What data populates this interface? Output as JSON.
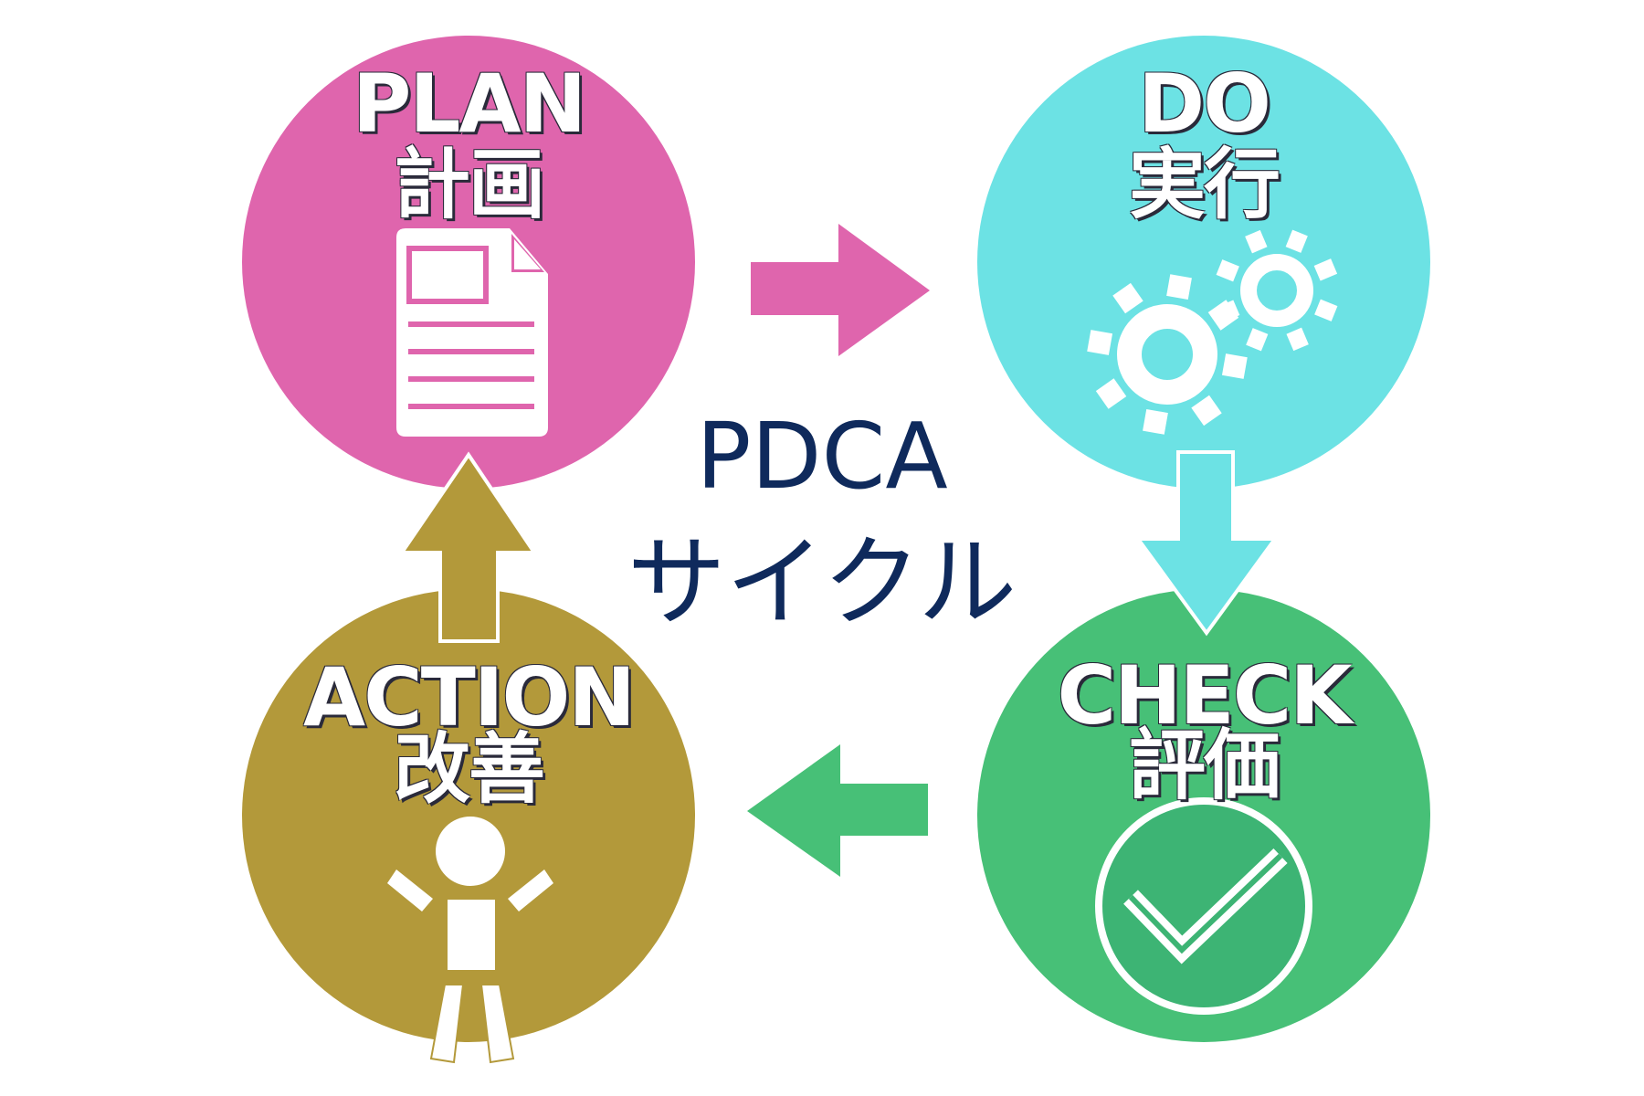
{
  "center": {
    "line1": "PDCA",
    "line2": "サイクル"
  },
  "phases": {
    "plan": {
      "en": "PLAN",
      "jp": "計画",
      "color": "#df65ad",
      "icon": "document-icon"
    },
    "do": {
      "en": "DO",
      "jp": "実行",
      "color": "#6ce2e4",
      "icon": "gears-icon"
    },
    "check": {
      "en": "CHECK",
      "jp": "評価",
      "color": "#47c077",
      "icon": "checkmark-icon"
    },
    "action": {
      "en": "ACTION",
      "jp": "改善",
      "color": "#b3993a",
      "icon": "person-icon"
    }
  },
  "arrows": [
    {
      "from": "plan",
      "to": "do",
      "color": "#df65ad"
    },
    {
      "from": "do",
      "to": "check",
      "color": "#6ce2e4"
    },
    {
      "from": "check",
      "to": "action",
      "color": "#47c077"
    },
    {
      "from": "action",
      "to": "plan",
      "color": "#b3993a"
    }
  ]
}
